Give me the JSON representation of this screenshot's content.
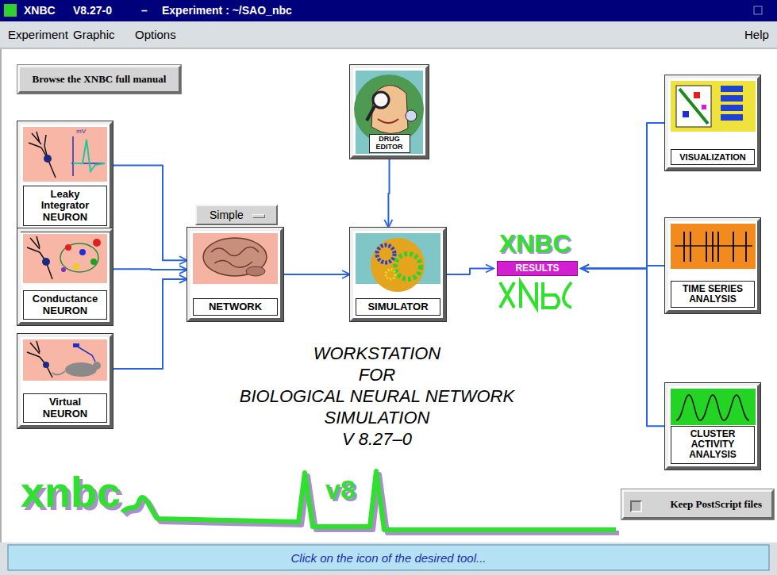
{
  "diagram": {
    "title": "WORKSTATION FOR BIOLOGICAL NEURAL NETWORK SIMULATION V 8.27–0",
    "nodes": [
      {
        "text": [
          "Leaky Integrator NEURON"
        ]
      },
      {
        "text": [
          "Conductance NEURON"
        ]
      },
      {
        "text": [
          "Virtual NEURON"
        ]
      },
      {
        "text": [
          "NETWORK"
        ]
      },
      {
        "text": [
          "DRUG EDITOR"
        ]
      },
      {
        "text": [
          "SIMULATOR"
        ]
      },
      {
        "text": [
          "RESULTS"
        ]
      },
      {
        "text": [
          "VISUALIZATION"
        ]
      },
      {
        "text": [
          "TIME SERIES ANALYSIS"
        ]
      },
      {
        "text": [
          "CLUSTER ACTIVITY ANALYSIS"
        ]
      }
    ],
    "edges": [
      {
        "from": 0,
        "to": 3,
        "arrow": "to"
      },
      {
        "from": 1,
        "to": 3,
        "arrow": "to"
      },
      {
        "from": 2,
        "to": 3,
        "arrow": "to"
      },
      {
        "from": 3,
        "to": 5,
        "arrow": "to"
      },
      {
        "from": 4,
        "to": 5,
        "arrow": "to"
      },
      {
        "from": 5,
        "to": 6,
        "arrow": "to"
      },
      {
        "from": 7,
        "to": 6,
        "arrow": "to"
      },
      {
        "from": 8,
        "to": 6,
        "arrow": "to"
      },
      {
        "from": 9,
        "to": 6,
        "arrow": "to"
      }
    ],
    "labels": [
      "XNBC",
      "V8.27-0",
      "–",
      "Experiment : ~/SAO_nbc",
      "Experiment",
      "Graphic",
      "Options",
      "Help",
      "Browse the XNBC full manual",
      "Simple",
      "mV",
      "XNBC",
      "xnbc",
      "v8",
      "Keep PostScript files",
      "Click on the icon of the desired tool..."
    ]
  }
}
